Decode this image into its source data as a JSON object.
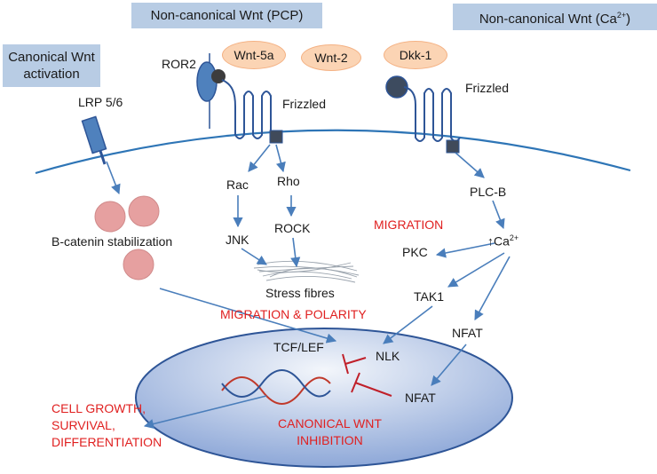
{
  "headers": {
    "pcp": "Non-canonical Wnt (PCP)",
    "ca_prefix": "Non-canonical Wnt (Ca",
    "ca_sup": "2+",
    "ca_suffix": ")",
    "canonical_line1": "Canonical Wnt",
    "canonical_line2": "activation"
  },
  "ligands": {
    "wnt5a": "Wnt-5a",
    "wnt2": "Wnt-2",
    "dkk1": "Dkk-1"
  },
  "receptors": {
    "ror2": "ROR2",
    "lrp": "LRP 5/6",
    "frizzled_pcp": "Frizzled",
    "frizzled_ca": "Frizzled"
  },
  "pcp_path": {
    "rac": "Rac",
    "rho": "Rho",
    "jnk": "JNK",
    "rock": "ROCK",
    "stress": "Stress fibres"
  },
  "ca_path": {
    "plcb": "PLC-B",
    "ca_up": "↑Ca",
    "ca_sup": "2+",
    "pkc": "PKC",
    "tak1": "TAK1",
    "nfat": "NFAT"
  },
  "canonical_path": {
    "stabilization": "B-catenin stabilization"
  },
  "nucleus": {
    "tcf": "TCF/LEF",
    "nlk": "NLK",
    "nfat": "NFAT"
  },
  "outcomes": {
    "migration": "MIGRATION",
    "migration_polarity": "MIGRATION & POLARITY",
    "growth_line1": "CELL GROWTH,",
    "growth_line2": "SURVIVAL,",
    "growth_line3": "DIFFERENTIATION",
    "inhibition_line1": "CANONICAL WNT",
    "inhibition_line2": "INHIBITION"
  },
  "colors": {
    "arrow": "#4a7ebb",
    "inhibit": "#c0202a",
    "outcome_text": "#e02020",
    "box": "#b8cce4",
    "oval": "#fbd4b4"
  }
}
